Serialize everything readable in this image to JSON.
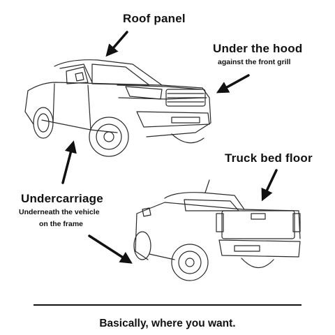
{
  "callouts": {
    "roof": {
      "title": "Roof panel"
    },
    "hood": {
      "title": "Under the hood",
      "subtitle": "against the front grill"
    },
    "bed": {
      "title": "Truck bed floor"
    },
    "undercarriage": {
      "title": "Undercarriage",
      "subtitle_line1": "Underneath the vehicle",
      "subtitle_line2": "on the frame"
    }
  },
  "footer": {
    "text": "Basically, where you want."
  },
  "colors": {
    "ink": "#111111",
    "background": "#ffffff",
    "sketch": "#2a2a2a"
  }
}
